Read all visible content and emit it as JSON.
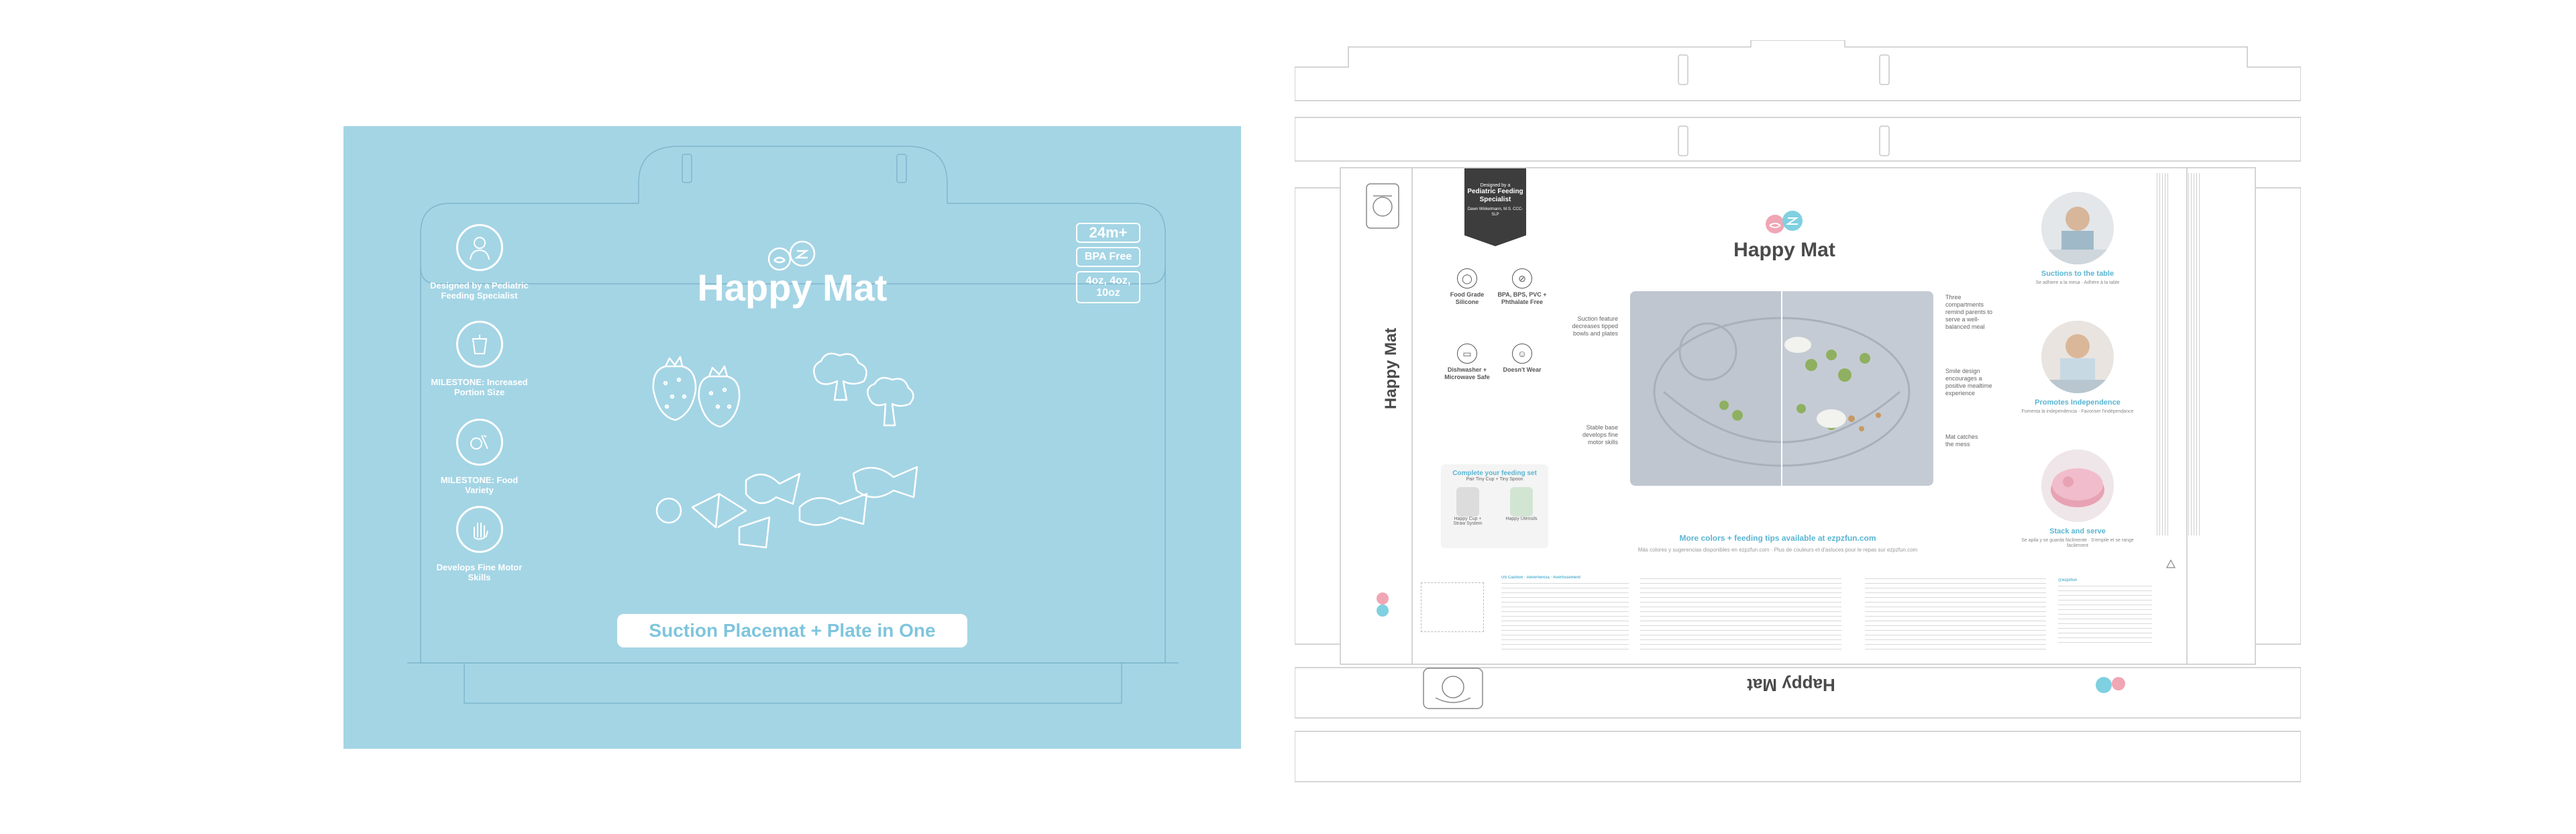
{
  "left": {
    "background": "#a4d5e5",
    "title": "Happy Mat",
    "brand": "ezpz",
    "badges": [
      {
        "label": "Designed by a Pediatric Feeding Specialist",
        "icon": "specialist-icon"
      },
      {
        "label": "MILESTONE: Increased Portion Size",
        "icon": "portion-cup-icon"
      },
      {
        "label": "MILESTONE: Food Variety",
        "icon": "food-variety-icon"
      },
      {
        "label": "Develops Fine Motor Skills",
        "icon": "hand-icon"
      }
    ],
    "specs": [
      "24m+",
      "BPA Free",
      "4oz, 4oz, 10oz"
    ],
    "tagline": "Suction Placemat + Plate in One"
  },
  "right": {
    "title": "Happy Mat",
    "title_side": "Happy Mat",
    "title_flipped": "Happy Mat",
    "brand": "ezpz",
    "designed_by": {
      "t1": "Designed by a",
      "t2": "Pediatric Feeding Specialist",
      "t3": "Dawn Winkelmann, M.S. CCC-SLP"
    },
    "features": [
      {
        "label": "Food Grade Silicone",
        "icon": "spoon-icon"
      },
      {
        "label": "BPA, BPS, PVC + Phthalate Free",
        "icon": "no-symbol-icon"
      },
      {
        "label": "Dishwasher + Microwave Safe",
        "icon": "dishwasher-icon"
      },
      {
        "label": "Doesn't Wear",
        "icon": "check-face-icon"
      }
    ],
    "callouts_left": [
      "Suction feature decreases tipped bowls and plates",
      "Stable base develops fine motor skills"
    ],
    "callouts_right": [
      "Three compartments remind parents to serve a well-balanced meal",
      "Smile design encourages a positive mealtime experience",
      "Mat catches the mess"
    ],
    "complete_set": {
      "heading": "Complete your feeding set",
      "sub": "Pair Tiny Cup + Tiny Spoon",
      "items": [
        "Happy Cup + Straw System",
        "Happy Utensils"
      ]
    },
    "more_colors": "More colors + feeding tips available at ezpzfun.com",
    "more_colors_sub": "Más colores y sugerencias disponibles en ezpzfun.com · Plus de couleurs et d'astuces pour le repas sur ezpzfun.com",
    "steps": [
      {
        "heading": "Suctions to the table",
        "sub": "Se adhiere a la mesa · Adhère à la table"
      },
      {
        "heading": "Promotes Independence",
        "sub": "Fomenta la independencia · Favoriser l'indépendance"
      },
      {
        "heading": "Stack and serve",
        "sub": "Se apila y se guarda fácilmente · S'empile et se range facilement"
      }
    ],
    "text_heading": "US Caution · Advertencia · Avertissement",
    "social": "@ezpzfun"
  },
  "colors": {
    "accent": "#5ab5d2",
    "panel": "#a4d5e5",
    "dark": "#4a4a4a"
  }
}
